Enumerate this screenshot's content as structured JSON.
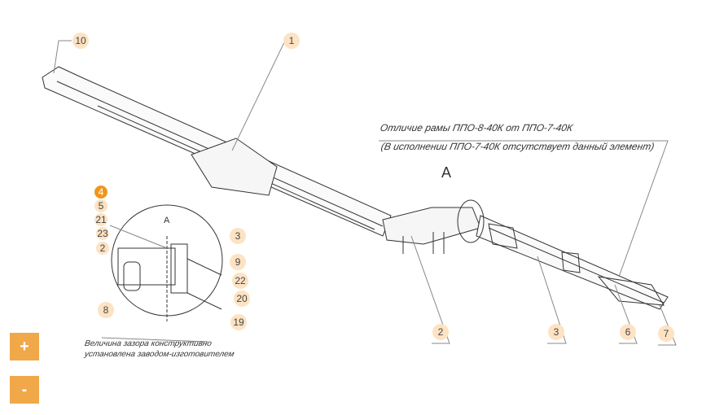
{
  "drawing": {
    "view_label": "A",
    "detail_label": "A",
    "note_line1": "Отличие рамы ППО-8-40К от ППО-7-40К",
    "note_line2": "(В исполнении ППО-7-40К отсутствует данный элемент)",
    "gap_note_line1": "Величина зазора конструктивно",
    "gap_note_line2": "установлена заводом-изготовителем"
  },
  "markers": [
    {
      "label": "10"
    },
    {
      "label": "1"
    },
    {
      "label": "4",
      "active": true
    },
    {
      "label": "5"
    },
    {
      "label": "21"
    },
    {
      "label": "23"
    },
    {
      "label": "2"
    },
    {
      "label": "3"
    },
    {
      "label": "9"
    },
    {
      "label": "22"
    },
    {
      "label": "20"
    },
    {
      "label": "8"
    },
    {
      "label": "19"
    },
    {
      "label": "2"
    },
    {
      "label": "3"
    },
    {
      "label": "6"
    },
    {
      "label": "7"
    }
  ],
  "controls": {
    "zoom_in": "+",
    "zoom_out": "-"
  },
  "colors": {
    "accent": "#f0a849",
    "marker": "#fde3c3",
    "active": "#f0961e"
  }
}
